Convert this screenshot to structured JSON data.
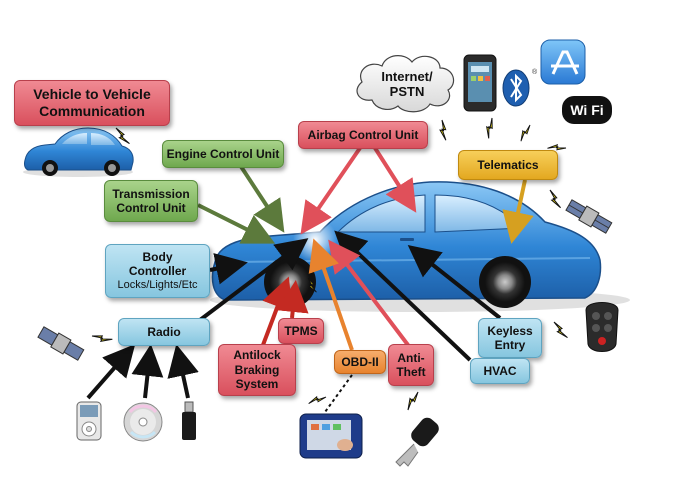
{
  "v2v": {
    "line1": "Vehicle to Vehicle",
    "line2": "Communication"
  },
  "boxes": {
    "engine": "Engine Control Unit",
    "transmission": {
      "line1": "Transmission",
      "line2": "Control Unit"
    },
    "airbag": "Airbag Control Unit",
    "telematics": "Telematics",
    "body": {
      "line1": "Body",
      "line2": "Controller",
      "line3": "Locks/Lights/Etc"
    },
    "radio": "Radio",
    "keyless": {
      "line1": "Keyless",
      "line2": "Entry"
    },
    "hvac": "HVAC",
    "tpms": "TPMS",
    "abs": {
      "line1": "Antilock",
      "line2": "Braking",
      "line3": "System"
    },
    "obd": "OBD-II",
    "antitheft": {
      "line1": "Anti-",
      "line2": "Theft"
    }
  },
  "cloud": {
    "line1": "Internet/",
    "line2": "PSTN"
  },
  "wifi": {
    "text": "Wi Fi"
  },
  "colors": {
    "red": "#d9505d",
    "green": "#6fa84e",
    "blue": "#86c6df",
    "gold": "#e3a820",
    "orange": "#e8832e",
    "car": "#3a8fd8",
    "lightning": "#f2e01a"
  },
  "icons": [
    "car-icon",
    "small-car-icon",
    "cloud-icon",
    "smartphone-icon",
    "bluetooth-icon",
    "app-store-icon",
    "wifi-icon",
    "satellite-icon",
    "car-key-fob-icon",
    "ipod-icon",
    "cd-icon",
    "usb-drive-icon",
    "obd-scanner-icon",
    "car-key-icon",
    "lightning-icon"
  ]
}
